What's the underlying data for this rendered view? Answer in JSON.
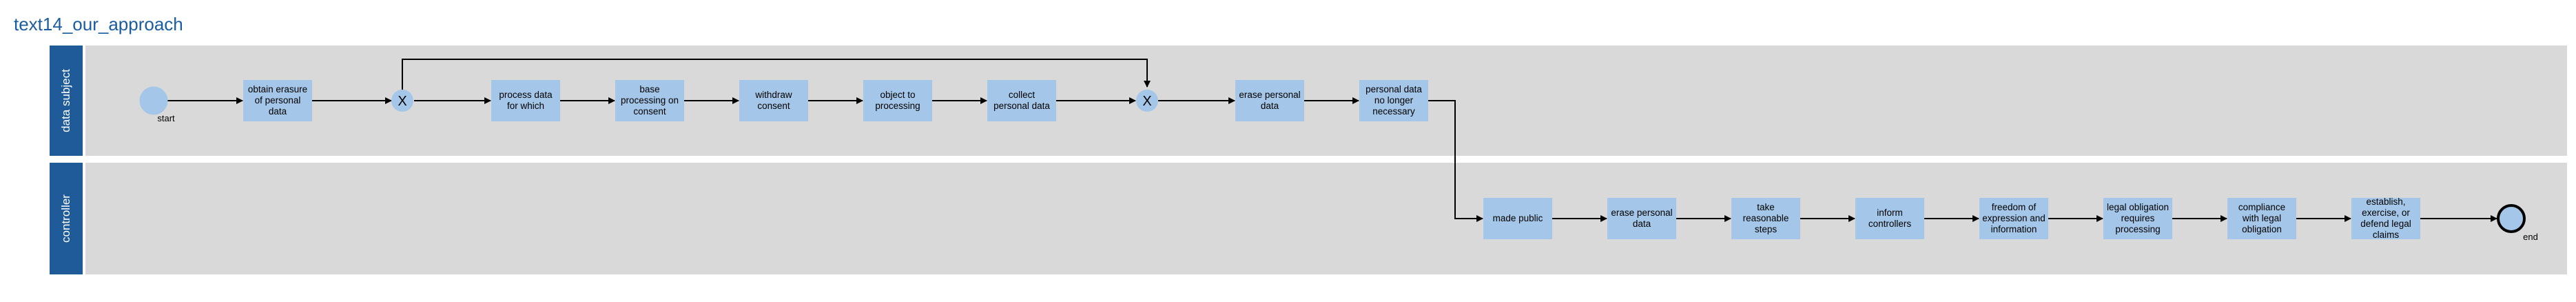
{
  "title": "text14_our_approach",
  "lanes": [
    {
      "label": "data subject"
    },
    {
      "label": "controller"
    }
  ],
  "events": {
    "start": {
      "label": "start"
    },
    "end": {
      "label": "end"
    }
  },
  "gateways": [
    {
      "symbol": "X"
    },
    {
      "symbol": "X"
    }
  ],
  "tasks": [
    {
      "label": "obtain erasure of personal data"
    },
    {
      "label": "process data for which"
    },
    {
      "label": "base processing on consent"
    },
    {
      "label": "withdraw consent"
    },
    {
      "label": "object to processing"
    },
    {
      "label": "collect personal data"
    },
    {
      "label": "erase personal data"
    },
    {
      "label": "personal data no longer necessary"
    },
    {
      "label": "made public"
    },
    {
      "label": "erase personal data"
    },
    {
      "label": "take reasonable steps"
    },
    {
      "label": "inform controllers"
    },
    {
      "label": "freedom of expression and information"
    },
    {
      "label": "legal obligation requires processing"
    },
    {
      "label": "compliance with legal obligation"
    },
    {
      "label": "establish, exercise, or defend legal claims"
    }
  ],
  "colors": {
    "lane_header": "#1f5b99",
    "lane_background": "#d9d9d9",
    "task_fill": "#a4c6e8",
    "title": "#1a5da0"
  }
}
